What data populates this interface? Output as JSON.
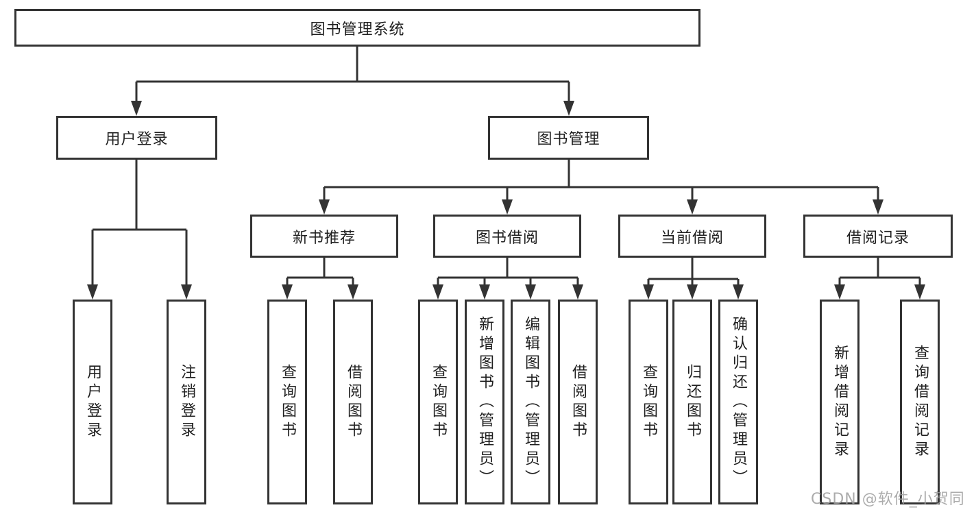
{
  "diagram": {
    "type": "hierarchy-tree",
    "title": "图书管理系统",
    "colors": {
      "line": "#333333",
      "box_border": "#333333",
      "box_background": "#ffffff",
      "text": "#1f1f1f",
      "watermark": "#9e9e9e",
      "background": "#ffffff"
    }
  },
  "nodes": {
    "root": "图书管理系统",
    "user_login": "用户登录",
    "book_mgmt": "图书管理",
    "new_book_rec": "新书推荐",
    "book_borrow": "图书借阅",
    "current_borrow": "当前借阅",
    "borrow_records": "借阅记录",
    "ul_login": "用户登录",
    "ul_logout": "注销登录",
    "nbr_query_books": "查询图书",
    "nbr_borrow_books": "借阅图书",
    "bb_query_books": "查询图书",
    "bb_add_books": "新增图书（管理员）",
    "bb_edit_books": "编辑图书（管理员）",
    "bb_borrow_books": "借阅图书",
    "cb_query_books": "查询图书",
    "cb_return_books": "归还图书",
    "cb_confirm_return": "确认归还（管理员）",
    "br_add_record": "新增借阅记录",
    "br_query_record": "查询借阅记录"
  },
  "hierarchy": {
    "图书管理系统": {
      "用户登录": [
        "用户登录",
        "注销登录"
      ],
      "图书管理": {
        "新书推荐": [
          "查询图书",
          "借阅图书"
        ],
        "图书借阅": [
          "查询图书",
          "新增图书（管理员）",
          "编辑图书（管理员）",
          "借阅图书"
        ],
        "当前借阅": [
          "查询图书",
          "归还图书",
          "确认归还（管理员）"
        ],
        "借阅记录": [
          "新增借阅记录",
          "查询借阅记录"
        ]
      }
    }
  },
  "watermark": "CSDN @软件_小贺同学"
}
